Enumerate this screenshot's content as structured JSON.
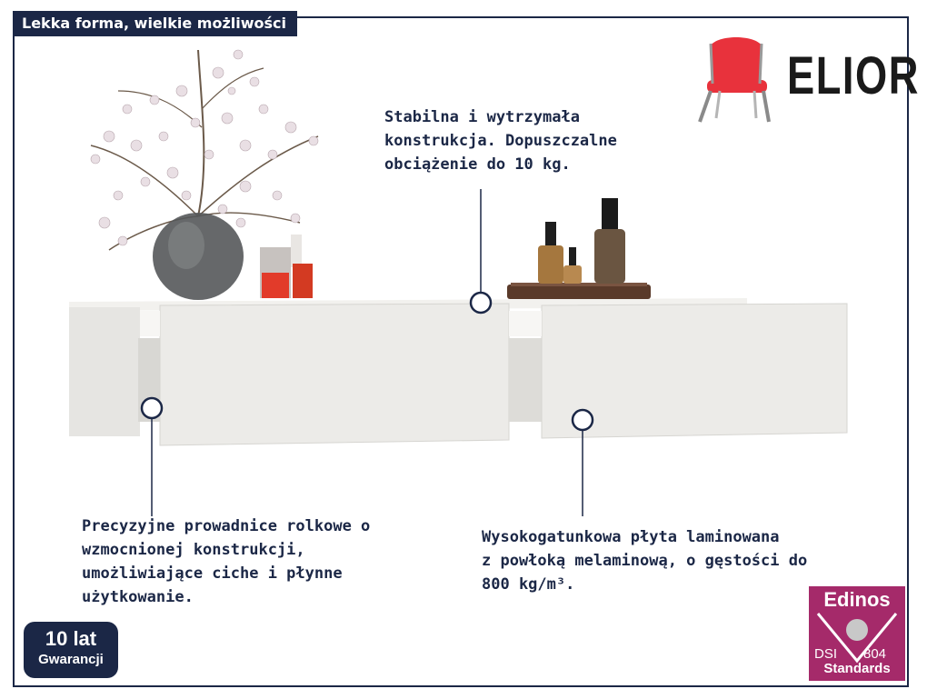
{
  "header": {
    "title": "Lekka forma, wielkie możliwości"
  },
  "brand": {
    "name": "ELIOR",
    "logo_icon": "chair-icon"
  },
  "callouts": {
    "top": "Stabilna i wytrzymała\nkonstrukcja. Dopuszczalne\nobciążenie do 10 kg.",
    "left": "Precyzyjne prowadnice rolkowe o\nwzmocnionej konstrukcji,\numożliwiające ciche i płynne\nużytkowanie.",
    "right": "Wysokogatunkowa płyta laminowana\nz powłoką melaminową, o gęstości do\n800 kg/m³."
  },
  "badges": {
    "warranty_years": "10 lat",
    "warranty_label": "Gwarancji",
    "cert_top": "Edinos",
    "cert_dsi": "DSI",
    "cert_number": "804",
    "cert_bottom": "Standards"
  },
  "colors": {
    "navy": "#1b2746",
    "cert_magenta": "#a52a6a",
    "chair_red": "#e8323c",
    "furniture_white": "#ecebe8"
  }
}
